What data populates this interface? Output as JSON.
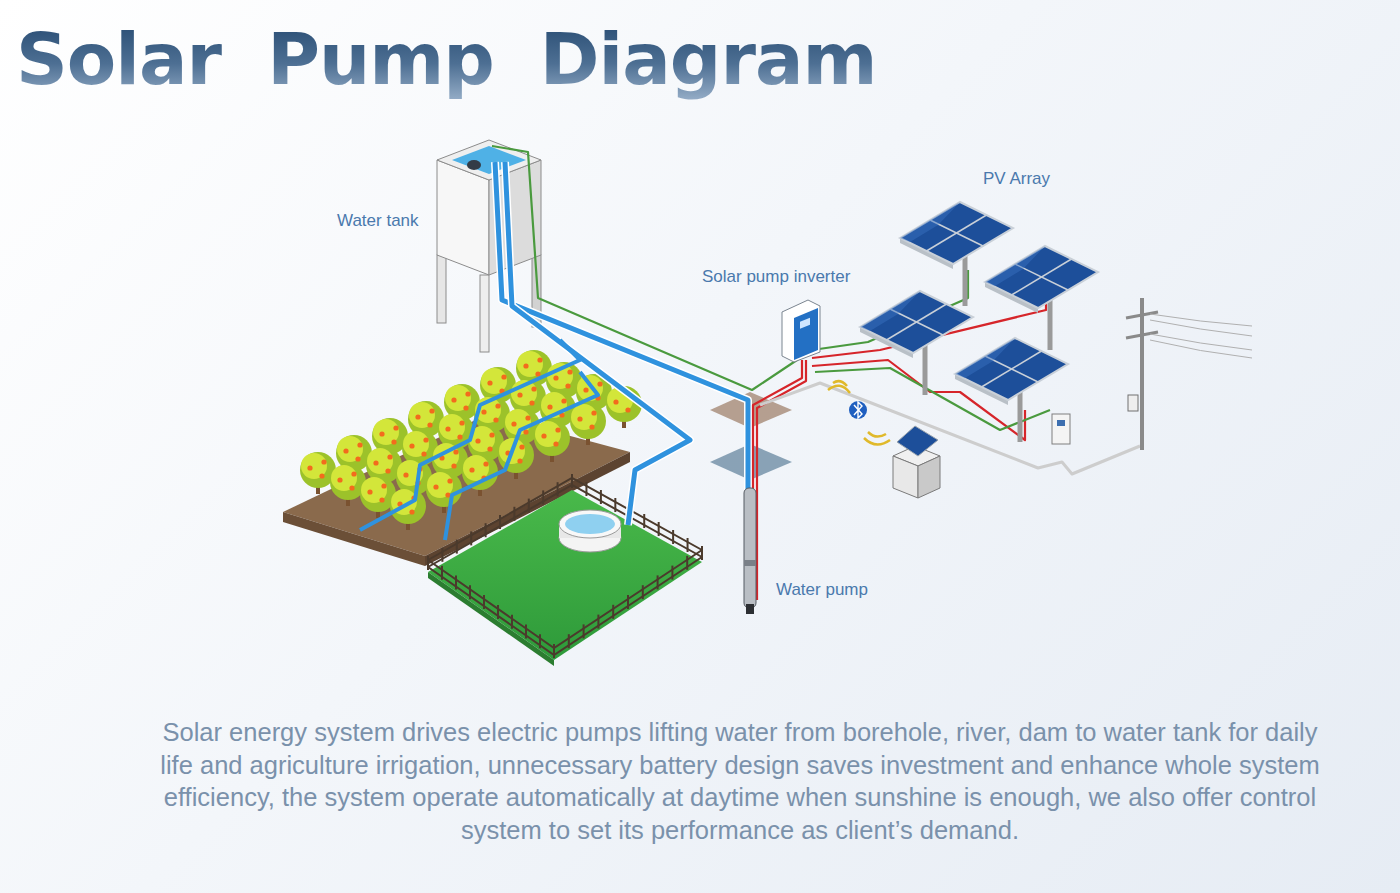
{
  "diagram": {
    "title": "Solar Pump Diagram",
    "caption": "Solar energy system drives electric pumps lifting water from borehole, river, dam to water tank for daily life and agriculture irrigation, unnecessary battery design saves investment and enhance whole system efficiency, the system operate automatically at daytime when sunshine is enough, we also offer control system to set its performance as client’s demand.",
    "labels": [
      "Water tank",
      "PV Array",
      "Solar pump inverter",
      "Water pump"
    ]
  }
}
